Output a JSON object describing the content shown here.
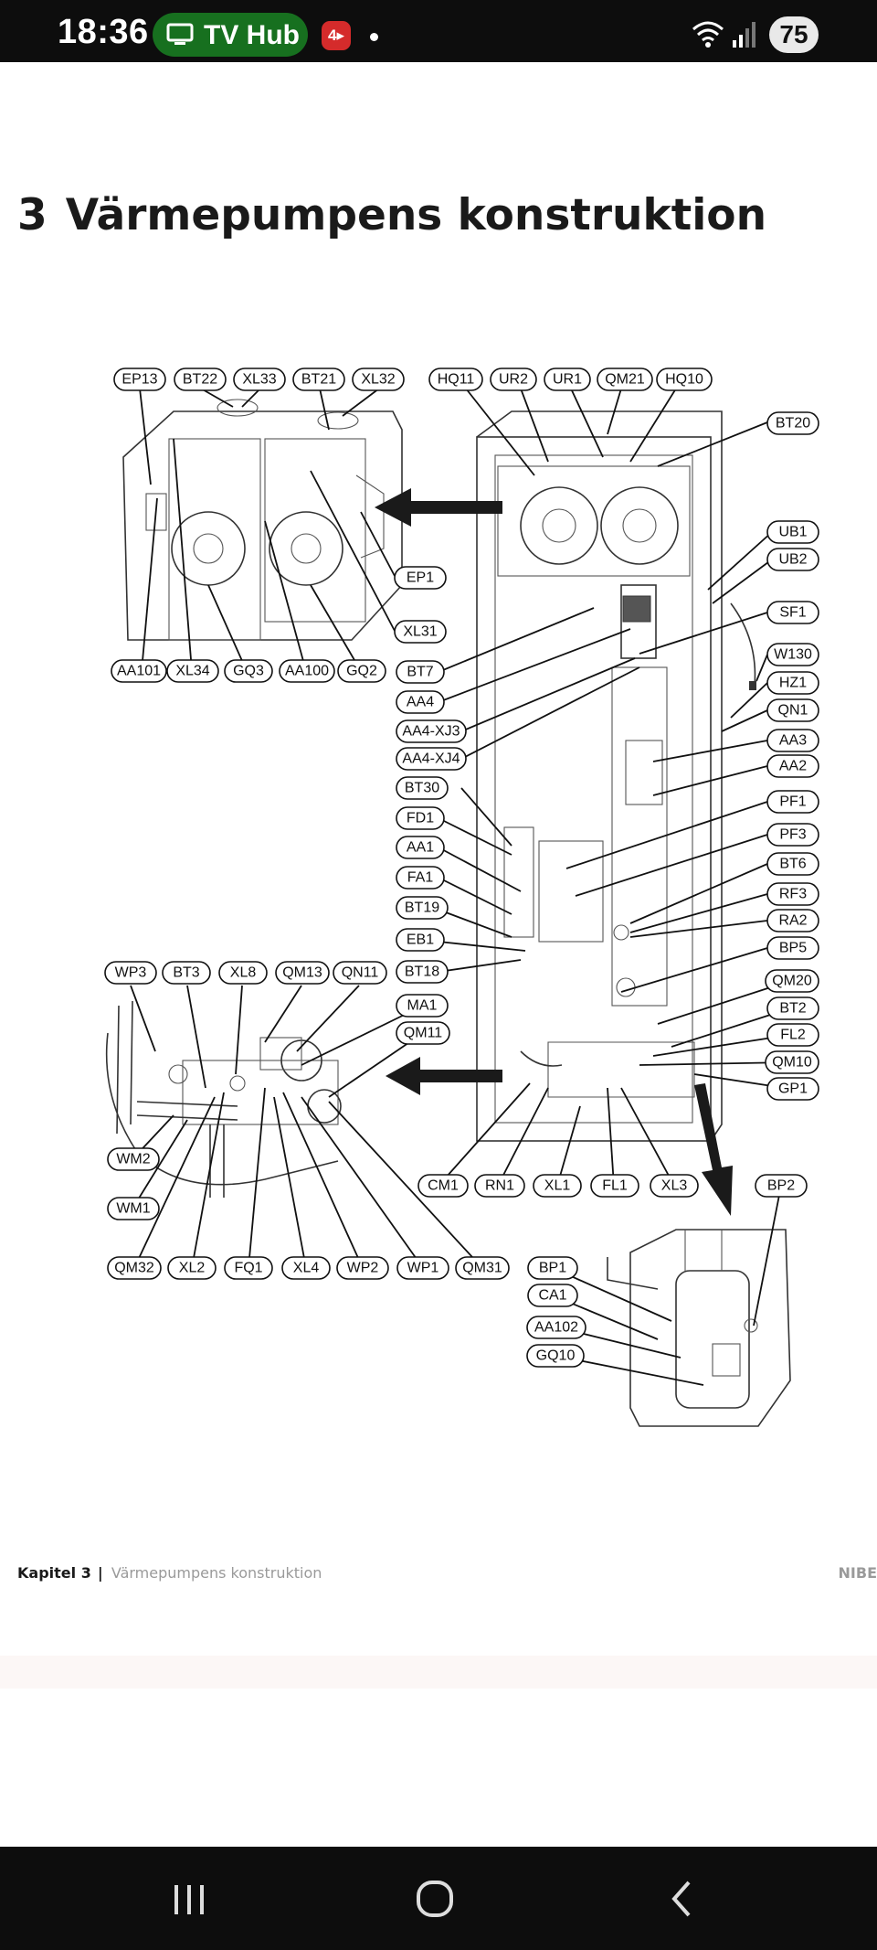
{
  "status_bar": {
    "time": "18:36",
    "tv_hub_label": "TV Hub",
    "notification_badge": "4▸",
    "battery": "75",
    "icons": [
      "tv-icon",
      "wifi-icon",
      "signal-icon"
    ]
  },
  "page": {
    "chapter_number": "3",
    "heading": "Värmepumpens konstruktion",
    "footer_chapter": "Kapitel 3",
    "footer_separator": "|",
    "footer_title": "Värmepumpens konstruktion",
    "footer_brand": "NIBE"
  },
  "diagram": {
    "labels": [
      "EP13",
      "BT22",
      "XL33",
      "BT21",
      "XL32",
      "HQ11",
      "UR2",
      "UR1",
      "QM21",
      "HQ10",
      "BT20",
      "EP1",
      "XL31",
      "AA101",
      "XL34",
      "GQ3",
      "AA100",
      "GQ2",
      "UB1",
      "UB2",
      "BT7",
      "SF1",
      "AA4",
      "W130",
      "AA4-XJ3",
      "HZ1",
      "AA4-XJ4",
      "QN1",
      "BT30",
      "AA3",
      "AA2",
      "FD1",
      "PF1",
      "AA1",
      "PF3",
      "FA1",
      "BT6",
      "BT19",
      "RF3",
      "RA2",
      "EB1",
      "BP5",
      "BT18",
      "WP3",
      "BT3",
      "XL8",
      "QM13",
      "QN11",
      "QM20",
      "MA1",
      "BT2",
      "QM11",
      "FL2",
      "QM10",
      "GP1",
      "WM2",
      "CM1",
      "RN1",
      "XL1",
      "FL1",
      "XL3",
      "BP2",
      "WM1",
      "QM32",
      "XL2",
      "FQ1",
      "XL4",
      "WP2",
      "WP1",
      "QM31",
      "BP1",
      "CA1",
      "AA102",
      "GQ10"
    ]
  },
  "nav_bar": {
    "buttons": [
      "recents-icon",
      "home-icon",
      "back-icon"
    ]
  }
}
